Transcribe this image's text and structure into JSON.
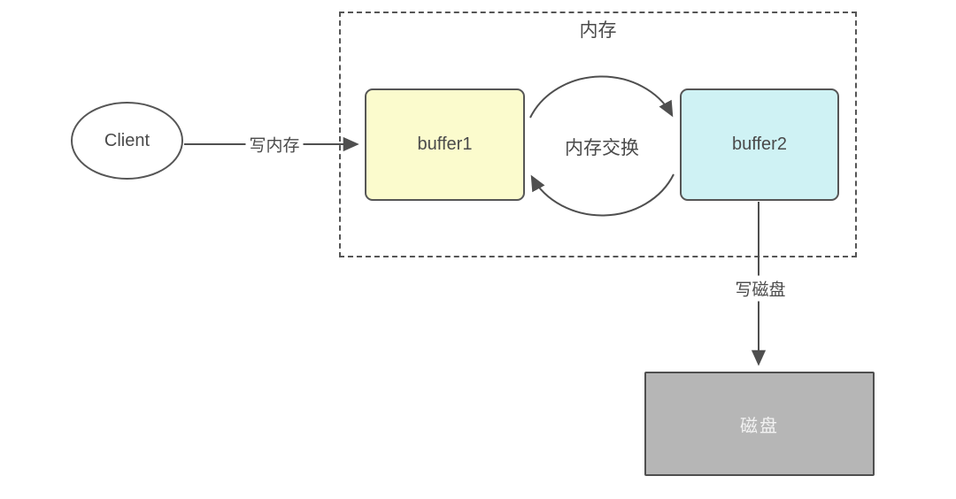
{
  "diagram": {
    "title_context": "double-buffer write-to-disk flow",
    "client": {
      "label": "Client"
    },
    "memory_container": {
      "label": "内存"
    },
    "buffer1": {
      "label": "buffer1",
      "fill": "#FBFBCD"
    },
    "buffer2": {
      "label": "buffer2",
      "fill": "#CFF2F4"
    },
    "exchange": {
      "label": "内存交换"
    },
    "edges": {
      "write_memory": {
        "label": "写内存",
        "from": "Client",
        "to": "buffer1"
      },
      "exchange_top": {
        "from": "buffer1",
        "to": "buffer2"
      },
      "exchange_bottom": {
        "from": "buffer2",
        "to": "buffer1"
      },
      "write_disk": {
        "label": "写磁盘",
        "from": "buffer2",
        "to": "磁盘"
      }
    },
    "disk": {
      "label": "磁盘",
      "fill": "#B6B6B6",
      "text_color": "#F2F2F2"
    },
    "colors": {
      "background": "#FFFFFF",
      "stroke": "#4F4F4F",
      "text": "#4A4A4A"
    }
  }
}
